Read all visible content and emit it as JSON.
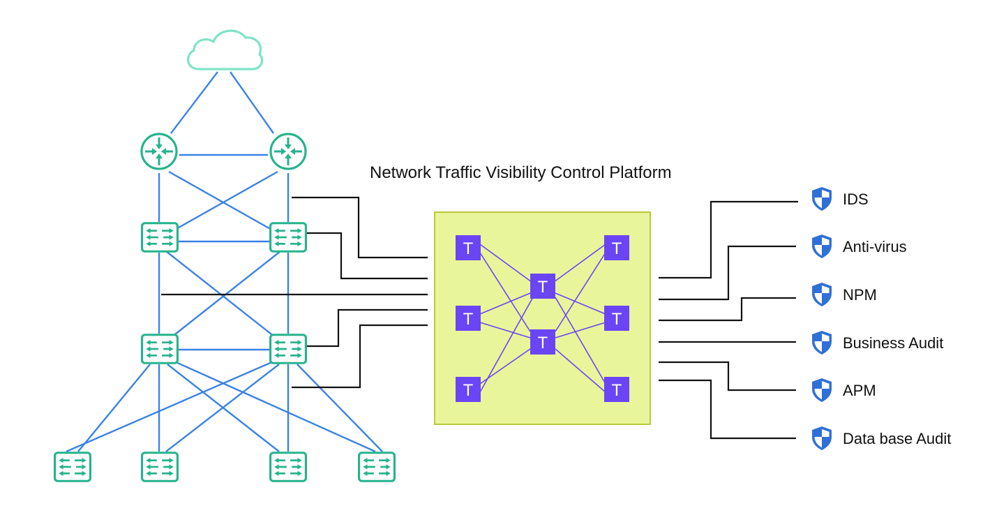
{
  "platform": {
    "title": "Network Traffic Visibility Control Platform",
    "node_label": "T",
    "fill_color": "#e9f59a",
    "border_color": "#b9c93a",
    "node_color": "#6a45f5"
  },
  "topology": {
    "link_color": "#3b82e6",
    "device_color": "#25b38c",
    "cloud_color": "#7fe3c8"
  },
  "tools": [
    {
      "label": "IDS",
      "icon": "shield-icon"
    },
    {
      "label": "Anti-virus",
      "icon": "shield-icon"
    },
    {
      "label": "NPM",
      "icon": "shield-icon"
    },
    {
      "label": "Business Audit",
      "icon": "shield-icon"
    },
    {
      "label": "APM",
      "icon": "shield-icon"
    },
    {
      "label": "Data base Audit",
      "icon": "shield-icon"
    }
  ],
  "tool_icon_color": "#2f6fd8"
}
